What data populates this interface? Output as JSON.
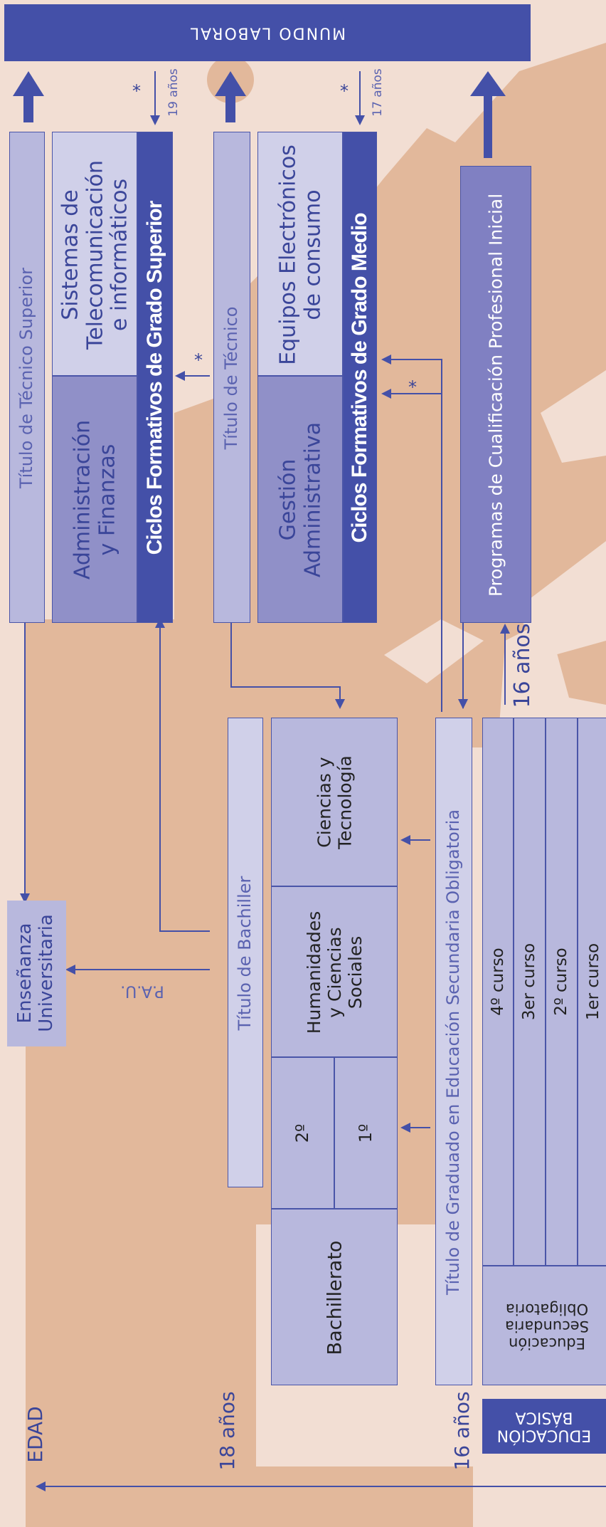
{
  "top": {
    "mundo_laboral": "MUNDO LABORAL"
  },
  "grado_superior": {
    "titulo": "Título de Técnico Superior",
    "ciclo_a": [
      "Administración",
      "y Finanzas"
    ],
    "ciclo_b": [
      "Sistemas de",
      "Telecomunicación",
      "e informáticos"
    ],
    "banner": "Ciclos Formativos de Grado Superior",
    "asterisk": "*",
    "age": "19 años"
  },
  "grado_medio": {
    "titulo": "Título de Técnico",
    "ciclo_a": [
      "Gestión",
      "Administrativa"
    ],
    "ciclo_b": [
      "Equipos Electrónicos",
      "de consumo"
    ],
    "banner": "Ciclos Formativos de Grado Medio",
    "asterisk": "*",
    "age": "17 años"
  },
  "pcpi": {
    "label": "Programas de Cualificación Profesional Inicial",
    "age": "16 años"
  },
  "bachillerato": {
    "titulo": "Título de Bachiller",
    "modalidades": [
      [
        "Ciencias y",
        "Tecnología"
      ],
      [
        "Humanidades",
        "y Ciencias",
        "Sociales"
      ]
    ],
    "cursos": [
      "2º",
      "1º"
    ],
    "label": "Bachillerato"
  },
  "universidad": {
    "label": [
      "Enseñanza",
      "Universitaria"
    ],
    "pau": "P.A.U."
  },
  "eso": {
    "titulo": "Título de Graduado en Educación Secundaria Obligatoria",
    "cursos": [
      "4º curso",
      "3er curso",
      "2º curso",
      "1er curso"
    ],
    "label": [
      "Educación",
      "Secundaria",
      "Obligatoria"
    ]
  },
  "basica": [
    "EDUCACIÓN",
    "BÁSICA"
  ],
  "edad": {
    "label": "EDAD",
    "age_18": "18 años",
    "age_16": "16 años"
  },
  "colors": {
    "dark": "#4450a8",
    "mid": "#9090c8",
    "light": "#b8b8dd",
    "pale": "#d0d0e9",
    "background": "#f2ded3",
    "silhouette": "#e2b89b"
  }
}
